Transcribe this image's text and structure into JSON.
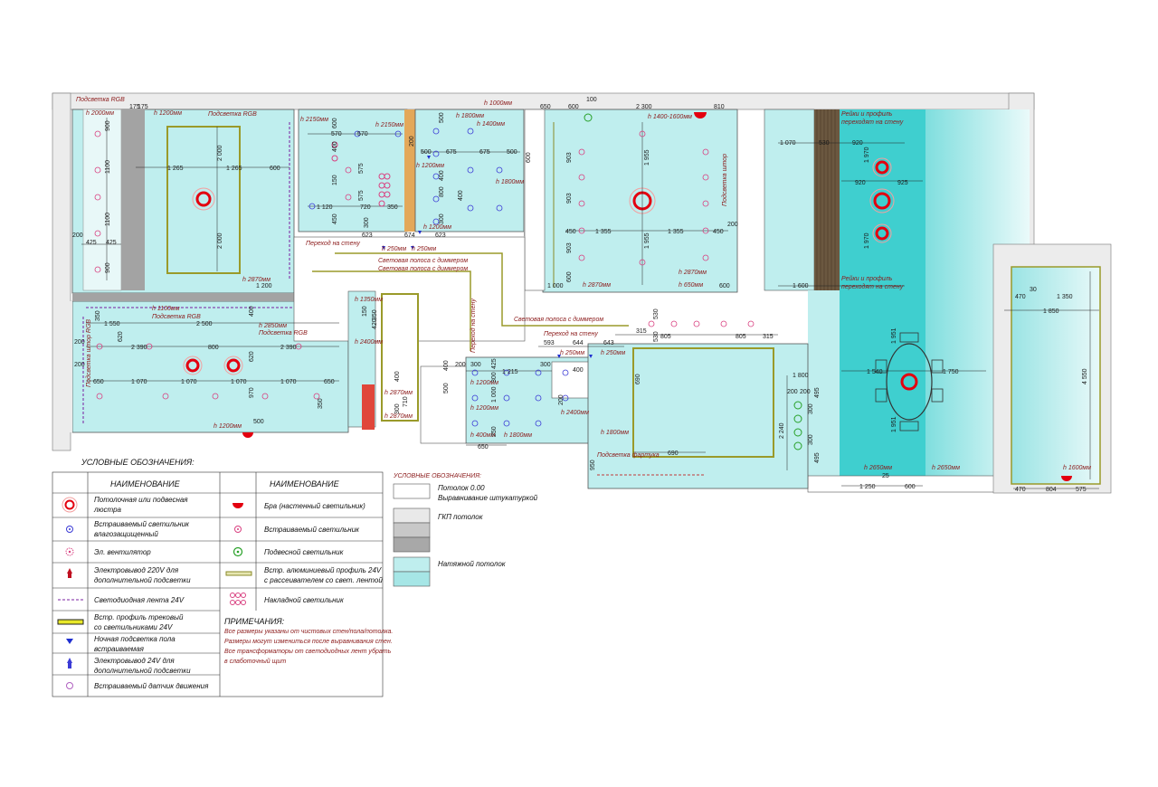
{
  "labels": {
    "podsvetka_rgb_top": "Подсветка RGB",
    "podsvetka_rgb_room": "Подсветка RGB",
    "podsvetka_rgb_2": "Подсветка RGB",
    "podsvetka_rgb_3": "Подсветка RGB",
    "podsvetka_shtor_rgb": "Подсветка штор RGB",
    "podsvetka_shtor": "Подсветка штор",
    "podsvetka_fartuka": "Подсветка фартука",
    "perehod_na_stenu_1": "Переход на стену",
    "perehod_na_stenu_2": "Переход на стену",
    "perehod_na_stenu_3": "Переход на стену",
    "svet_polosa_1": "Световая полоса с диммером",
    "svet_polosa_2": "Световая полоса с диммером",
    "svet_polosa_3": "Световая полоса с диммером",
    "reiki_1": "Рейки и профиль",
    "reiki_1b": "переходят на стену",
    "reiki_2": "Рейки и профиль",
    "reiki_2b": "переходят на стену"
  },
  "heights": {
    "h2000": "h 2000мм",
    "h1200a": "h 1200мм",
    "h2150a": "h 2150мм",
    "h2150b": "h 2150мм",
    "h1800a": "h 1800мм",
    "h1400": "h 1400мм",
    "h1000a": "h 1000мм",
    "h1200b": "h 1200мм",
    "h1800b": "h 1800мм",
    "h1200c": "h 1200мм",
    "h250a": "h 250мм",
    "h250b": "h 250мм",
    "h1400_1600": "h 1400-1600мм",
    "h2870a": "h 2870мм",
    "h2870b": "h 2870мм",
    "h650a": "h 650мм",
    "h2870c": "h 2870мм",
    "h1350": "h 1350мм",
    "h1100": "h 1100мм",
    "h2850": "h 2850мм",
    "h2400a": "h 2400мм",
    "h2870d": "h 2870мм",
    "h2870e": "h 2870мм",
    "h1200d": "h 1200мм",
    "h1200e": "h 1200мм",
    "h1200f": "h 1200мм",
    "h400": "h 400мм",
    "h1800c": "h 1800мм",
    "h2400b": "h 2400мм",
    "h250c": "h 250мм",
    "h250d": "h 250мм",
    "h1800d": "h 1800мм",
    "h2650a": "h 2650мм",
    "h2650b": "h 2650мм",
    "h1600": "h 1600мм"
  },
  "dims": {
    "d175a": "175",
    "d175b": "175",
    "d900a": "900",
    "d1100a": "1100",
    "d1100b": "1100",
    "d900b": "900",
    "d200a": "200",
    "d425a": "425",
    "d425b": "425",
    "d1265a": "1 265",
    "d1265b": "1 265",
    "d600a": "600",
    "d2000a": "2 000",
    "d2000b": "2 000",
    "d1200a": "1 200",
    "d600b": "600",
    "d400a": "400",
    "d570a": "570",
    "d570b": "570",
    "d150": "150",
    "d575a": "575",
    "d575b": "575",
    "d1120": "1 120",
    "d720": "720",
    "d350a": "350",
    "d450a": "450",
    "d300a": "300",
    "d623a": "623",
    "d674": "674",
    "d623b": "623",
    "d500a": "500",
    "d200b": "200",
    "d500b": "500",
    "d675a": "675",
    "d675b": "675",
    "d500c": "500",
    "d600c": "600",
    "d400b": "400",
    "d800": "800",
    "d400c": "400",
    "d300b": "300",
    "d100": "100",
    "d650a": "650",
    "d600d": "600",
    "d2300": "2 300",
    "d810": "810",
    "d903a": "903",
    "d903b": "903",
    "d1955a": "1 955",
    "d1955b": "1 955",
    "d450b": "450",
    "d1355a": "1 355",
    "d1355b": "1 355",
    "d450c": "450",
    "d200c": "200",
    "d903c": "903",
    "d600e": "600",
    "d1000a": "1 000",
    "d600f": "600",
    "d1070a": "1 070",
    "d530": "530",
    "d920a": "920",
    "d1970a": "1 970",
    "d920b": "920",
    "d925": "925",
    "d1970b": "1 970",
    "d1600": "1 600",
    "d470a": "470",
    "d30": "30",
    "d1350a": "1 350",
    "d1850": "1 850",
    "d4550": "4 550",
    "d470b": "470",
    "d804": "804",
    "d575c": "575",
    "d1550": "1 550",
    "d2500": "2 500",
    "d400d": "400",
    "d350b": "350",
    "d200d": "200",
    "d2390a": "2 390",
    "d800b": "800",
    "d2390b": "2 390",
    "d620a": "620",
    "d620b": "620",
    "d200e": "200",
    "d650b": "650",
    "d1070b": "1 070",
    "d1070c": "1 070",
    "d1070d": "1 070",
    "d1070e": "1 070",
    "d650c": "650",
    "d970": "970",
    "d350c": "350",
    "d500d": "500",
    "d350d": "350",
    "d150b": "150",
    "d420": "420",
    "d400e": "400",
    "d710": "710",
    "d300c": "300",
    "d500e": "500",
    "d300d": "300",
    "d200f": "200",
    "d300e": "300",
    "d425c": "425",
    "d1215": "1 215",
    "d300f": "300",
    "d1000b": "1 000",
    "d200g": "200",
    "d250": "250",
    "d650d": "650",
    "d593": "593",
    "d644": "644",
    "d643": "643",
    "d400f": "400",
    "d1800": "1 800",
    "d530b": "530",
    "d805a": "805",
    "d805b": "805",
    "d315a": "315",
    "d315b": "315",
    "d690a": "690",
    "d690b": "690",
    "d2240": "2 240",
    "d950": "950",
    "d400g": "400",
    "d200h": "200",
    "d200i": "200",
    "d495a": "495",
    "d495b": "495",
    "d300g": "300",
    "d300h": "300",
    "d1951a": "1 951",
    "d1951b": "1 951",
    "d1540": "1 540",
    "d1750": "1 750",
    "d1250": "1 250",
    "d600g": "600",
    "d25": "25",
    "d1200": "1 200"
  },
  "legend": {
    "title": "УСЛОВНЫЕ ОБОЗНАЧЕНИЯ:",
    "col_header_1": "НАИМЕНОВАНИЕ",
    "col_header_2": "НАИМЕНОВАНИЕ",
    "left": [
      {
        "icon": "chandelier-icon",
        "label1": "Потолочная или подвесная",
        "label2": "люстра"
      },
      {
        "icon": "recessed-waterproof-light-icon",
        "label1": "Встраиваемый светильник",
        "label2": "влагозащищенный"
      },
      {
        "icon": "fan-icon",
        "label1": "Эл. вентилятор",
        "label2": ""
      },
      {
        "icon": "power-220v-icon",
        "label1": "Электровывод 220V для",
        "label2": "дополнительной подсветки"
      },
      {
        "icon": "led-strip-icon",
        "label1": "Светодиодная лента 24V",
        "label2": ""
      },
      {
        "icon": "track-profile-icon",
        "label1": "Встр. профиль трековый",
        "label2": "со светильниками 24V"
      },
      {
        "icon": "floor-night-light-icon",
        "label1": "Ночная подсветка пола",
        "label2": "встраиваемая"
      },
      {
        "icon": "power-24v-icon",
        "label1": "Электровывод 24V для",
        "label2": "дополнительной подсветки"
      },
      {
        "icon": "motion-sensor-icon",
        "label1": "Встраиваемый датчик движения",
        "label2": ""
      }
    ],
    "right": [
      {
        "icon": "sconce-icon",
        "label1": "Бра (настенный светильник)",
        "label2": ""
      },
      {
        "icon": "recessed-light-icon",
        "label1": "Встраиваемый светильник",
        "label2": ""
      },
      {
        "icon": "pendant-light-icon",
        "label1": "Подвесной светильник",
        "label2": ""
      },
      {
        "icon": "aluminium-profile-icon",
        "label1": "Встр. алюминиевый профиль 24V",
        "label2": "с рассеивателем со свет. лентой"
      },
      {
        "icon": "surface-light-icon",
        "label1": "Накладной светильник",
        "label2": ""
      }
    ]
  },
  "ceiling_legend": {
    "title": "УСЛОВНЫЕ ОБОЗНАЧЕНИЯ:",
    "items": [
      {
        "label1": "Потолок 0.00",
        "label2": "Выравнивание штукатуркой",
        "color": "#ffffff"
      },
      {
        "label1": "ГКП потолок",
        "label2": "",
        "color": "#d9d9d9"
      },
      {
        "label1": "Натяжной потолок",
        "label2": "",
        "color": "#bfeeee"
      }
    ]
  },
  "notes": {
    "title": "ПРИМЕЧАНИЯ:",
    "lines": [
      "Все размеры указаны от чистовых стен/пола/потолка.",
      "Размеры могут измениться после выравнивания стен.",
      "Все трансформаторы от светодиодных лент убрать",
      "в слаботочный щит"
    ]
  },
  "colors": {
    "stretch_ceiling": "#bfeeee",
    "stretch_ceiling_dark": "#5fd3d3",
    "gkp": "#d9d9d9",
    "wall": "#9a9a9a",
    "chandelier": "#e3000f",
    "blue_light": "#3b3bd6",
    "pink_light": "#d94080",
    "dim_line": "#222222",
    "profile": "#8a8a2a"
  }
}
